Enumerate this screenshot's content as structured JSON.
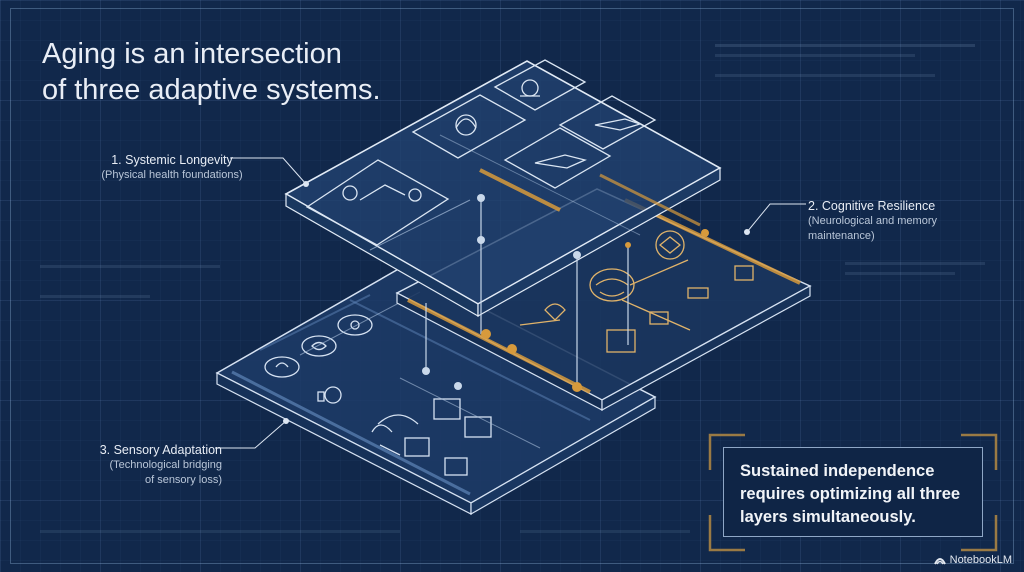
{
  "title": "Aging is an intersection\nof three adaptive systems.",
  "layers": [
    {
      "heading": "1. Systemic Longevity",
      "subtitle": "(Physical health foundations)"
    },
    {
      "heading": "2. Cognitive Resilience",
      "subtitle": "(Neurological and memory\nmaintenance)"
    },
    {
      "heading": "3. Sensory Adaptation",
      "subtitle": "(Technological bridging\nof sensory loss)"
    }
  ],
  "callout": "Sustained independence requires optimizing all three layers simultaneously.",
  "brand": "NotebookLM",
  "colors": {
    "background": "#11284b",
    "accent": "#d79a3c",
    "line": "#c8d6e8",
    "text": "#e9eef6"
  }
}
